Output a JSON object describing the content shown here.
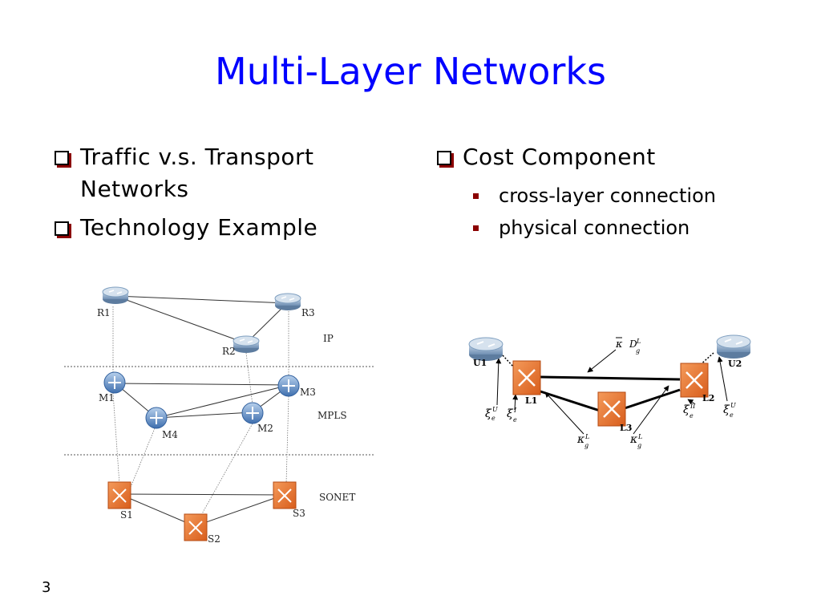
{
  "slide": {
    "title": "Multi-Layer Networks",
    "page_number": "3"
  },
  "left_bullets": [
    {
      "text": "Traffic v.s. Transport Networks"
    },
    {
      "text": "Technology Example"
    }
  ],
  "right_bullets": {
    "main": "Cost Component",
    "sub": [
      "cross-layer connection",
      "physical connection"
    ]
  },
  "left_diagram": {
    "layers": {
      "ip": "IP",
      "mpls": "MPLS",
      "sonet": "SONET"
    },
    "nodes": {
      "r1": "R1",
      "r2": "R2",
      "r3": "R3",
      "m1": "M1",
      "m2": "M2",
      "m3": "M3",
      "m4": "M4",
      "s1": "S1",
      "s2": "S2",
      "s3": "S3"
    }
  },
  "right_diagram": {
    "nodes": {
      "u1": "U1",
      "u2": "U2",
      "l1": "L1",
      "l2": "L2",
      "l3": "L3"
    },
    "symbols": {
      "kappa": "κ",
      "kappa_bar": "κ",
      "xi": "ξ",
      "sup_u": "U",
      "sup_i": "I",
      "sup_ii": "II",
      "sup_l": "L",
      "sub_e": "e",
      "sub_g": "g",
      "d": "D"
    }
  },
  "colors": {
    "title": "#0000ff",
    "bullet_accent": "#8b0000",
    "router": "#7f9fc0",
    "mpls_router": "#5f8fc8",
    "sonet_switch": "#e8742f"
  },
  "icons": {
    "router": "router-icon",
    "mpls_router": "mpls-router-icon",
    "sonet_switch": "optical-switch-icon"
  }
}
